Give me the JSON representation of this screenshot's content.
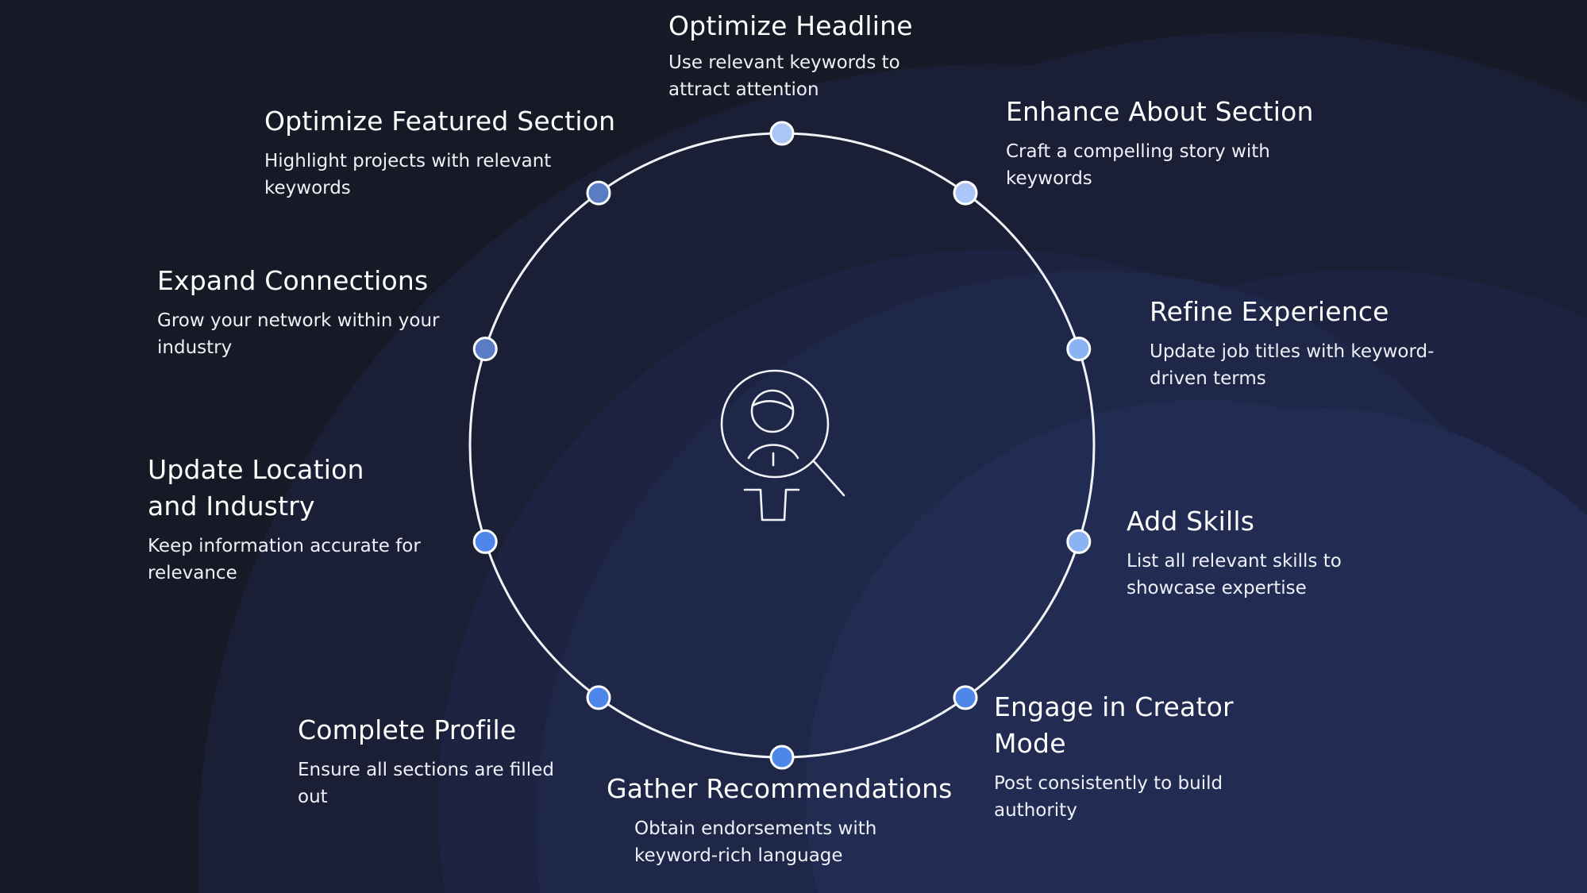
{
  "colors": {
    "background": "#161a26",
    "arc_1": "#1a1f36",
    "arc_2": "#1c2240",
    "arc_3": "#1f2749",
    "arc_4": "#222b52",
    "ring": "#f2f3f7",
    "node_light": "#a9c6f7",
    "node_mid": "#8ab3f4",
    "node_accent": "#4e86ea",
    "node_steel": "#5a7cc4",
    "node_outline": "#ffffff",
    "text": "#ffffff"
  },
  "center_icon": "person-search-icon",
  "steps": [
    {
      "id": "optimize-headline",
      "title": "Optimize Headline",
      "desc": "Use relevant keywords to attract attention",
      "node_color": "#a9c6f7"
    },
    {
      "id": "enhance-about",
      "title": "Enhance About Section",
      "desc": "Craft a compelling story with keywords",
      "node_color": "#a9c6f7"
    },
    {
      "id": "refine-experience",
      "title": "Refine Experience",
      "desc": "Update job titles with keyword-driven terms",
      "node_color": "#8ab3f4"
    },
    {
      "id": "add-skills",
      "title": "Add Skills",
      "desc": "List all relevant skills to showcase expertise",
      "node_color": "#8ab3f4"
    },
    {
      "id": "creator-mode",
      "title": "Engage in Creator Mode",
      "desc": "Post consistently to build authority",
      "node_color": "#4e86ea"
    },
    {
      "id": "gather-recommendations",
      "title": "Gather Recommendations",
      "desc": "Obtain endorsements with keyword-rich language",
      "node_color": "#4e86ea"
    },
    {
      "id": "complete-profile",
      "title": "Complete Profile",
      "desc": "Ensure all sections are filled out",
      "node_color": "#4e86ea"
    },
    {
      "id": "update-location",
      "title": "Update Location and Industry",
      "desc": "Keep information accurate for relevance",
      "node_color": "#4e86ea"
    },
    {
      "id": "expand-connections",
      "title": "Expand Connections",
      "desc": "Grow your network within your industry",
      "node_color": "#5a7cc4"
    },
    {
      "id": "optimize-featured",
      "title": "Optimize Featured Section",
      "desc": "Highlight projects with relevant keywords",
      "node_color": "#5a7cc4"
    }
  ]
}
